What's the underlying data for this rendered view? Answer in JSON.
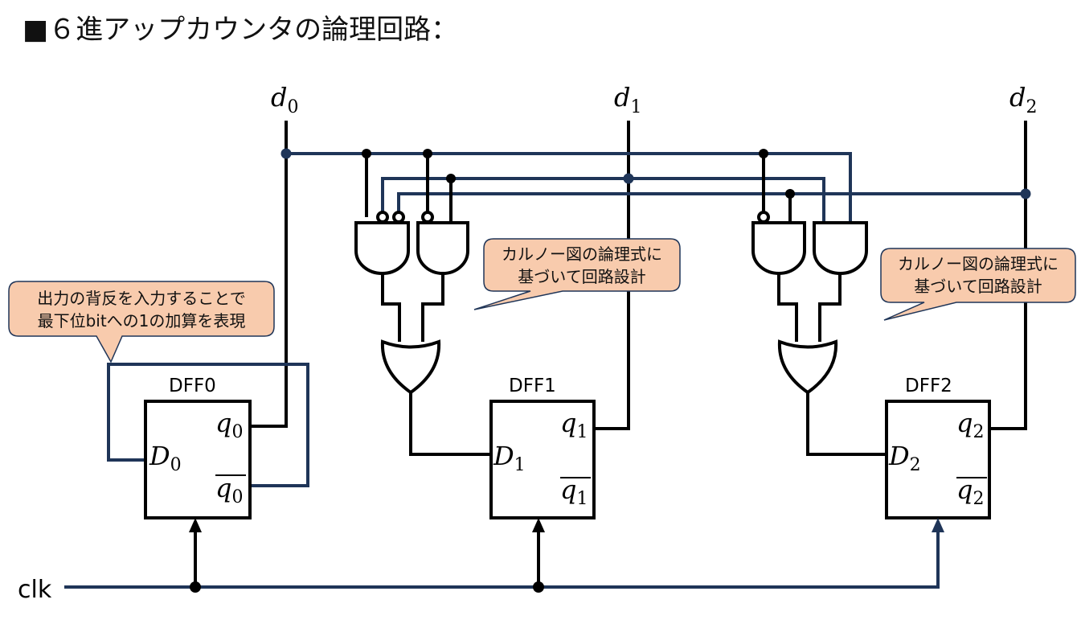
{
  "title": "■６進アップカウンタの論理回路：",
  "outputs": {
    "d0": "d",
    "d0_sub": "0",
    "d1": "d",
    "d1_sub": "1",
    "d2": "d",
    "d2_sub": "2"
  },
  "flipflops": [
    {
      "name": "DFF0",
      "d": "D",
      "q": "q",
      "qbar": "q",
      "sub": "0"
    },
    {
      "name": "DFF1",
      "d": "D",
      "q": "q",
      "qbar": "q",
      "sub": "1"
    },
    {
      "name": "DFF2",
      "d": "D",
      "q": "q",
      "qbar": "q",
      "sub": "2"
    }
  ],
  "clock_label": "clk",
  "callouts": {
    "dff0": [
      "出力の背反を入力することで",
      "最下位bitへの1の加算を表現"
    ],
    "karnaugh1": [
      "カルノー図の論理式に",
      "基づいて回路設計"
    ],
    "karnaugh2": [
      "カルノー図の論理式に",
      "基づいて回路設計"
    ]
  },
  "colors": {
    "wire_navy": "#1f3558",
    "wire_black": "#000000",
    "callout_fill": "#f8cbad"
  }
}
